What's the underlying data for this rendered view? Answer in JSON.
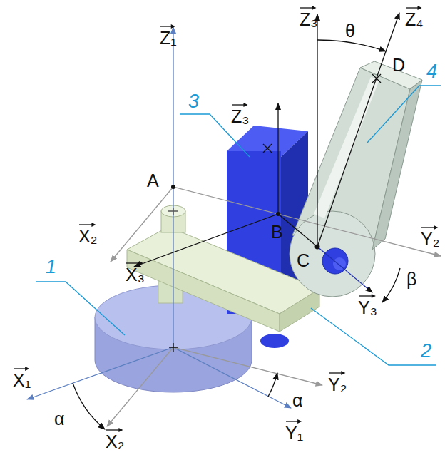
{
  "diagram": {
    "labels": [
      "Z₁",
      "Z₃",
      "θ",
      "Z₄",
      "D",
      "Z₃",
      "3",
      "4",
      "A",
      "X₂",
      "B",
      "X₃",
      "C",
      "Y₂",
      "β",
      "Y₃",
      "1",
      "2",
      "X₁",
      "α",
      "X₂",
      "Y₂",
      "α",
      "Y₁"
    ]
  }
}
